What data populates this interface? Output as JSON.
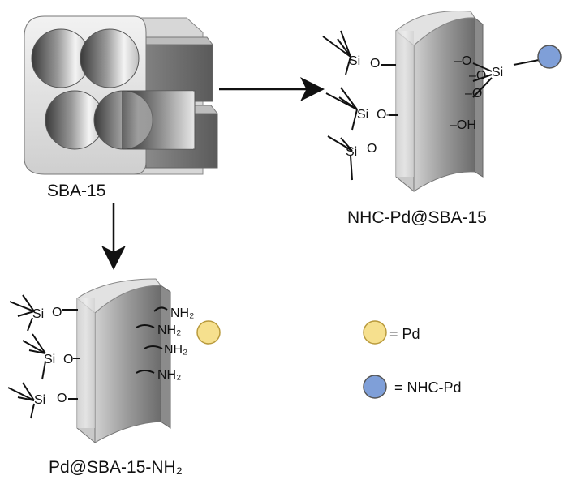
{
  "labels": {
    "sba15": "SBA-15",
    "nhc_product": "NHC-Pd@SBA-15",
    "pd_product": "Pd@SBA-15-NH₂"
  },
  "legend": {
    "pd": "= Pd",
    "nhc": "= NHC-Pd"
  },
  "chem": {
    "si": "Si",
    "o": "O",
    "o_dash_left": "–O",
    "o_dash_right": "O–",
    "oh": "–OH",
    "nh2": "NH₂"
  },
  "colors": {
    "pd_particle": "#f6e08e",
    "nhc_particle": "#7f9fd8",
    "line": "#111111"
  }
}
